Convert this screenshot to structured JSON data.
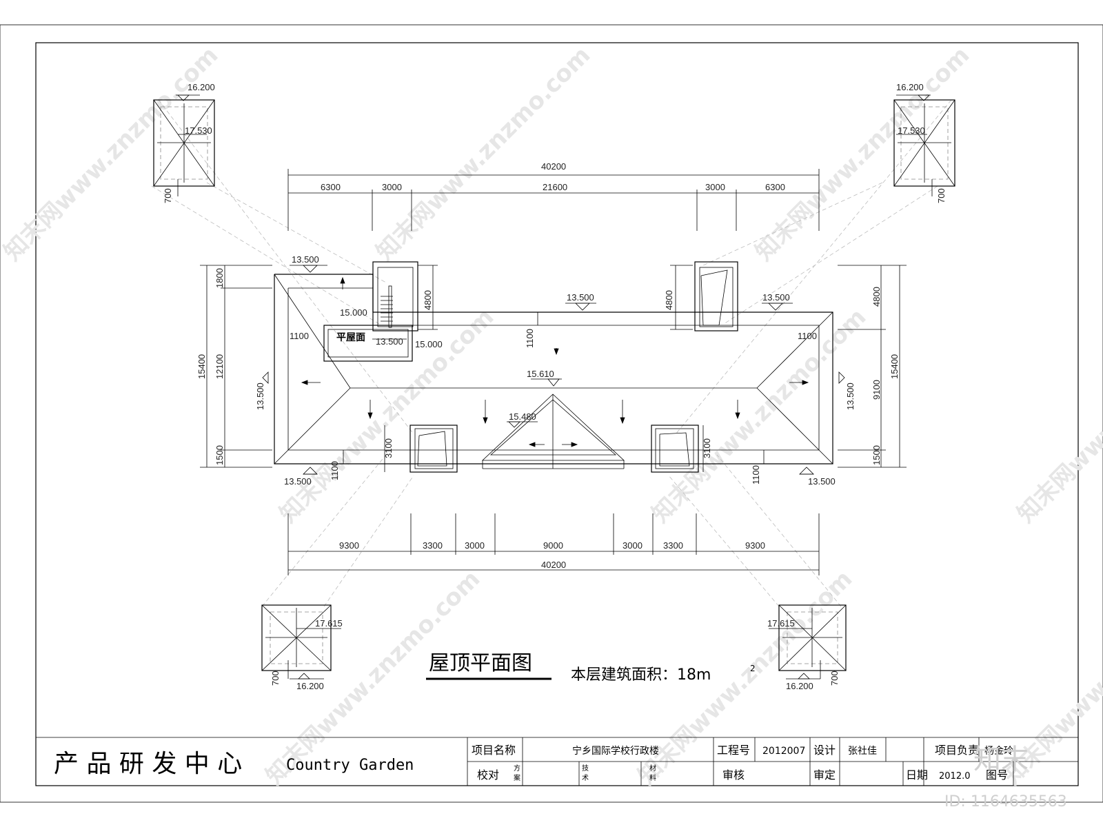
{
  "drawing": {
    "title": "屋顶平面图",
    "area_label": "本层建筑面积：18m",
    "area_sup": "2",
    "roof_label": "平屋面",
    "dims_top": {
      "total": "40200",
      "segments": [
        "6300",
        "3000",
        "21600",
        "3000",
        "6300"
      ]
    },
    "dims_bottom": {
      "total": "40200",
      "segments": [
        "9300",
        "3300",
        "3000",
        "9000",
        "3000",
        "3300",
        "9300"
      ]
    },
    "dims_left": {
      "total": "15400",
      "segments": [
        "1800",
        "12100",
        "1500"
      ],
      "inner": "4800"
    },
    "dims_right": {
      "total": "15400",
      "segments": [
        "4800",
        "9100",
        "1500"
      ],
      "inner": "4800"
    },
    "elevations": {
      "e13500": "13.500",
      "e15000": "15.000",
      "e15610": "15.610",
      "e15480": "15.480",
      "e16200": "16.200",
      "e17530": "17.530",
      "e17615": "17.615"
    },
    "small_dims": {
      "d1100": "1100",
      "d3100": "3100",
      "d700": "700"
    }
  },
  "title_block": {
    "org": "产 品 研 发 中 心",
    "org_en": "Country Garden",
    "project_name_label": "项目名称",
    "project_name": "宁乡国际学校行政楼",
    "project_no_label": "工程号",
    "project_no": "2012007",
    "design_label": "设计",
    "designer": "张社佳",
    "lead_label": "项目负责",
    "lead": "杨金玲",
    "check_label": "校对",
    "scheme_label": [
      "方",
      "案"
    ],
    "tech_label": [
      "技",
      "术"
    ],
    "material_label": [
      "材",
      "料"
    ],
    "review_label": "审核",
    "approve_label": "审定",
    "date_label": "日期",
    "date": "2012.0",
    "drawing_no_label": "图号"
  },
  "watermark": {
    "text": "知末网www.znzmo.com",
    "logo": "知末",
    "id": "ID: 1164635563"
  }
}
